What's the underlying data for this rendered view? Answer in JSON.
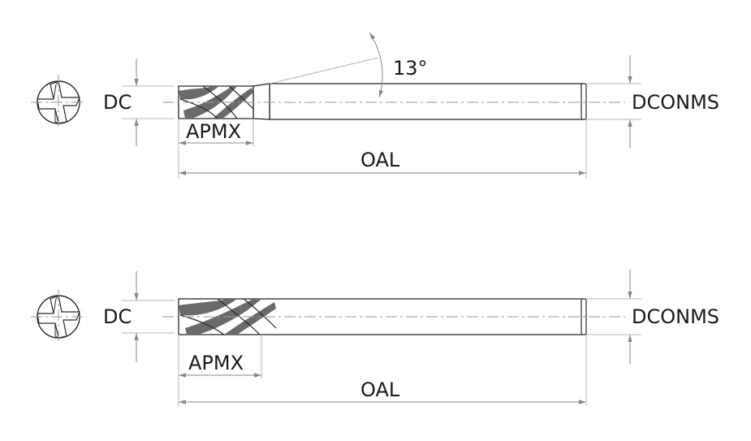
{
  "drawing": {
    "top": {
      "dc": "DC",
      "apmx": "APMX",
      "oal": "OAL",
      "dconms": "DCONMS",
      "angle": "13°"
    },
    "bottom": {
      "dc": "DC",
      "apmx": "APMX",
      "oal": "OAL",
      "dconms": "DCONMS"
    }
  }
}
